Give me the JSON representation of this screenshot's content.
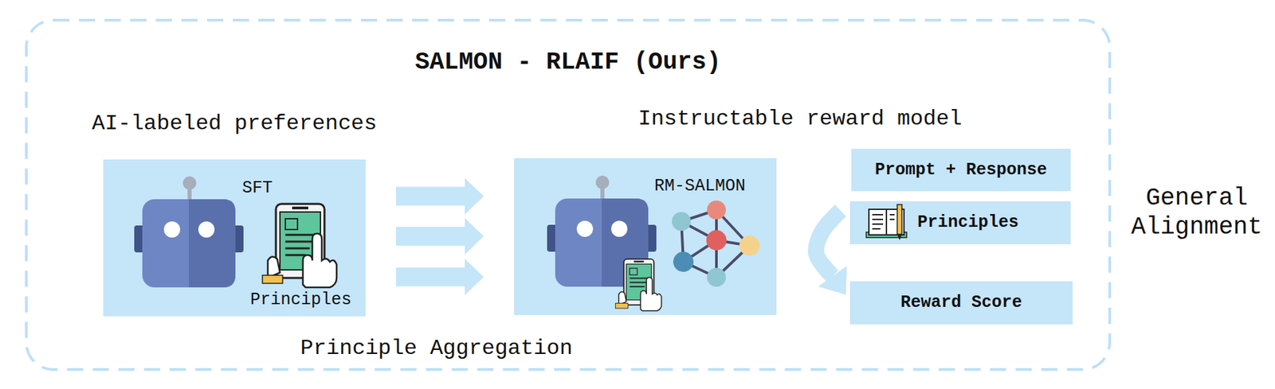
{
  "diagram": {
    "nodes": [
      {
        "text": [
          "SALMON - RLAIF (Ours)"
        ]
      },
      {
        "text": [
          "AI-labeled preferences",
          "SFT",
          "Principles"
        ],
        "in": 0
      },
      {
        "text": [
          "RM-SALMON"
        ],
        "in": 0
      },
      {
        "text": [
          "Prompt + Response"
        ],
        "in": 0
      },
      {
        "text": [
          "Principles"
        ],
        "in": 0
      },
      {
        "text": [
          "Reward Score"
        ],
        "in": 0
      }
    ],
    "edges": [
      {
        "from": 1,
        "to": 2,
        "arrow": "to"
      },
      {
        "from": 4,
        "to": 5,
        "arrow": "to"
      }
    ],
    "labels": [
      "Instructable reward model",
      "Principle Aggregation",
      "General Alignment"
    ]
  }
}
